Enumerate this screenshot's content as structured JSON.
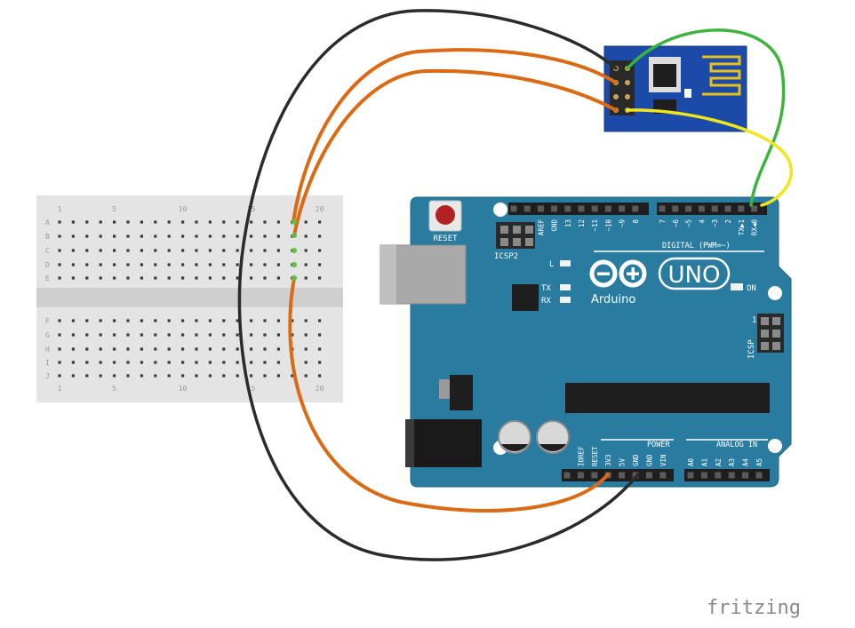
{
  "breadboard": {
    "rows_top": [
      "A",
      "B",
      "C",
      "D",
      "E"
    ],
    "rows_bottom": [
      "F",
      "G",
      "H",
      "I",
      "J"
    ],
    "column_numbers": [
      "1",
      "5",
      "10",
      "15",
      "20"
    ]
  },
  "arduino": {
    "reset_label": "RESET",
    "icsp2_label": "ICSP2",
    "icsp_label": "ICSP",
    "icsp_pin1": "1",
    "led_l": "L",
    "led_tx": "TX",
    "led_rx": "RX",
    "on_label": "ON",
    "brand": "Arduino",
    "model": "UNO",
    "digital_label": "DIGITAL (PWM=~)",
    "power_label": "POWER",
    "analog_label": "ANALOG IN",
    "top_pins": [
      "AREF",
      "GND",
      "13",
      "12",
      "~11",
      "~10",
      "~9",
      "8",
      "7",
      "~6",
      "~5",
      "4",
      "~3",
      "2",
      "TX▶1",
      "RX◀0"
    ],
    "power_pins": [
      "IOREF",
      "RESET",
      "3V3",
      "5V",
      "GND",
      "GND",
      "VIN"
    ],
    "analog_pins": [
      "A0",
      "A1",
      "A2",
      "A3",
      "A4",
      "A5"
    ]
  },
  "watermark": "fritzing",
  "colors": {
    "board": "#2a7ba0",
    "breadboard": "#e6e6e6",
    "wire_black": "#2b2b2b",
    "wire_orange": "#dc6a14",
    "wire_green": "#3cb43c",
    "wire_yellow": "#f0e61e",
    "esp_board": "#1c4aa8"
  }
}
